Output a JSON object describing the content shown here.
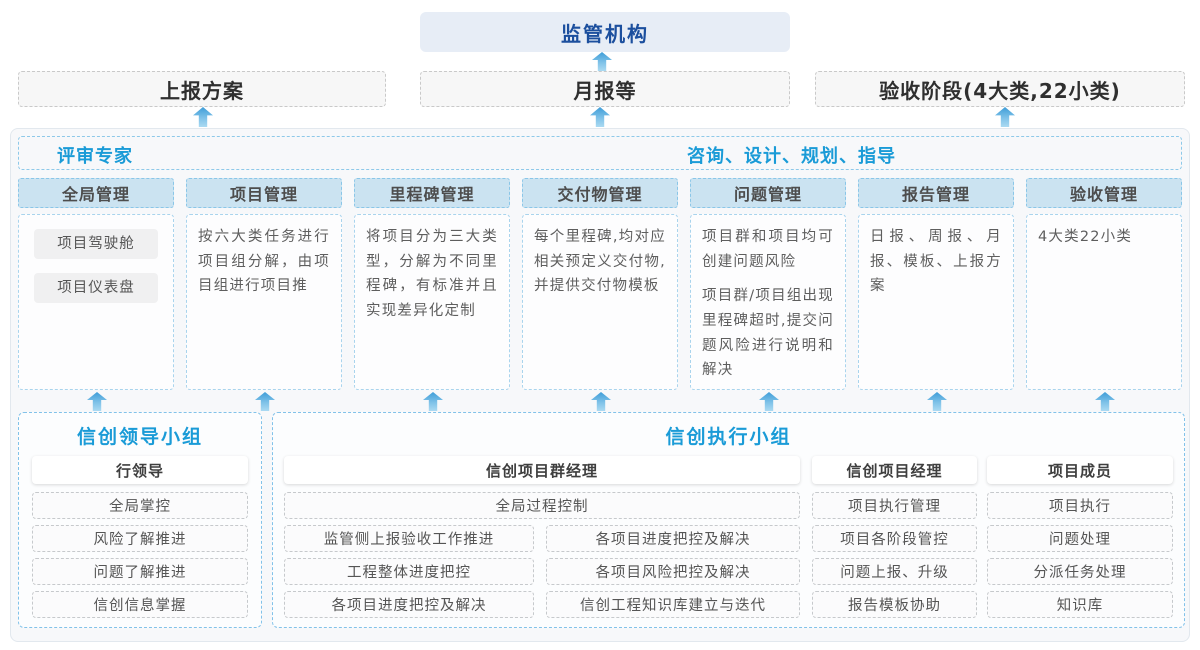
{
  "top": {
    "regulator_label": "监管机构"
  },
  "second_row": {
    "report_plan": "上报方案",
    "monthly_report": "月报等",
    "acceptance_stage": "验收阶段(4大类,22小类)"
  },
  "main": {
    "left_header": "评审专家",
    "right_header": "咨询、设计、规划、指导",
    "columns": [
      {
        "title": "全局管理",
        "chips": [
          "项目驾驶舱",
          "项目仪表盘"
        ]
      },
      {
        "title": "项目管理",
        "paragraphs": [
          "按六大类任务进行项目组分解，由项目组进行项目推"
        ]
      },
      {
        "title": "里程碑管理",
        "paragraphs": [
          "将项目分为三大类型，分解为不同里程碑，有标准并且实现差异化定制"
        ]
      },
      {
        "title": "交付物管理",
        "paragraphs": [
          "每个里程碑,均对应相关预定义交付物,并提供交付物模板"
        ]
      },
      {
        "title": "问题管理",
        "paragraphs": [
          "项目群和项目均可创建问题风险",
          "项目群/项目组出现里程碑超时,提交问题风险进行说明和解决"
        ]
      },
      {
        "title": "报告管理",
        "paragraphs": [
          "日报、周报、月报、模板、上报方案"
        ]
      },
      {
        "title": "验收管理",
        "paragraphs": [
          "4大类22小类"
        ]
      }
    ]
  },
  "groups": {
    "leadership": {
      "title": "信创领导小组",
      "role": "行领导",
      "items": [
        "全局掌控",
        "风险了解推进",
        "问题了解推进",
        "信创信息掌握"
      ]
    },
    "execution": {
      "title": "信创执行小组",
      "program_manager": {
        "role": "信创项目群经理",
        "full_item": "全局过程控制",
        "left_items": [
          "监管侧上报验收工作推进",
          "工程整体进度把控",
          "各项目进度把控及解决"
        ],
        "right_items": [
          "各项目进度把控及解决",
          "各项目风险把控及解决",
          "信创工程知识库建立与迭代"
        ]
      },
      "project_manager": {
        "role": "信创项目经理",
        "items": [
          "项目执行管理",
          "项目各阶段管控",
          "问题上报、升级",
          "报告模板协助"
        ]
      },
      "member": {
        "role": "项目成员",
        "items": [
          "项目执行",
          "问题处理",
          "分派任务处理",
          "知识库"
        ]
      }
    }
  },
  "colors": {
    "accent_blue": "#1a9bd7",
    "dark_blue": "#1c4f9e",
    "header_fill": "#cbe3f1",
    "arrow_blue": "#3e9dd8"
  }
}
